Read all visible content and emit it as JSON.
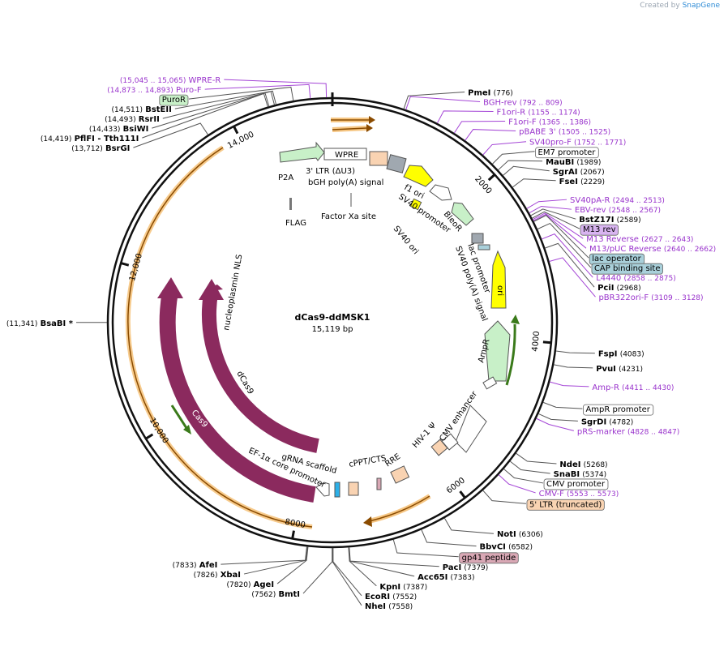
{
  "header": {
    "created_by": "Created by",
    "brand": "SnapGene"
  },
  "plasmid": {
    "name": "dCas9-ddMSK1",
    "size": "15,119 bp",
    "total_bp": 15119
  },
  "colors": {
    "backbone": "#111111",
    "site_line": "#555555",
    "primer_text": "#9933cc",
    "primer_line": "#a445d6",
    "cas9": "#8b2a5e",
    "resistance": "#c8f0c8",
    "ori": "#ffff00",
    "ltr": "#f9d3b2",
    "grey_feature": "#a0a8b0",
    "lac": "#a9d0da",
    "m13": "#d8b4f0",
    "gp41": "#d9a8b5",
    "orange_arc": "#f0a030"
  },
  "ticks": [
    {
      "bp": 2000,
      "label": "2000"
    },
    {
      "bp": 4000,
      "label": "4000"
    },
    {
      "bp": 6000,
      "label": "6000"
    },
    {
      "bp": 8000,
      "label": "8000"
    },
    {
      "bp": 10000,
      "label": "10,000"
    },
    {
      "bp": 12000,
      "label": "12,000"
    },
    {
      "bp": 14000,
      "label": "14,000"
    }
  ],
  "sites": [
    {
      "name": "PmeI",
      "pos": "(776)",
      "bp": 776,
      "kind": "enzyme"
    },
    {
      "name": "BGH-rev",
      "pos": "(792 .. 809)",
      "bp": 800,
      "kind": "primer"
    },
    {
      "name": "F1ori-R",
      "pos": "(1155 .. 1174)",
      "bp": 1165,
      "kind": "primer"
    },
    {
      "name": "F1ori-F",
      "pos": "(1365 .. 1386)",
      "bp": 1375,
      "kind": "primer"
    },
    {
      "name": "pBABE 3'",
      "pos": "(1505 .. 1525)",
      "bp": 1515,
      "kind": "primer"
    },
    {
      "name": "SV40pro-F",
      "pos": "(1752 .. 1771)",
      "bp": 1760,
      "kind": "primer"
    },
    {
      "name": "EM7 promoter",
      "pos": "",
      "bp": 1900,
      "kind": "feature"
    },
    {
      "name": "MauBI",
      "pos": "(1989)",
      "bp": 1989,
      "kind": "enzyme"
    },
    {
      "name": "SgrAI",
      "pos": "(2067)",
      "bp": 2067,
      "kind": "enzyme"
    },
    {
      "name": "FseI",
      "pos": "(2229)",
      "bp": 2229,
      "kind": "enzyme"
    },
    {
      "name": "SV40pA-R",
      "pos": "(2494 .. 2513)",
      "bp": 2503,
      "kind": "primer"
    },
    {
      "name": "EBV-rev",
      "pos": "(2548 .. 2567)",
      "bp": 2557,
      "kind": "primer"
    },
    {
      "name": "BstZ17I",
      "pos": "(2589)",
      "bp": 2589,
      "kind": "enzyme"
    },
    {
      "name": "M13 rev",
      "pos": "",
      "bp": 2620,
      "kind": "feature"
    },
    {
      "name": "M13 Reverse",
      "pos": "(2627 .. 2643)",
      "bp": 2635,
      "kind": "primer"
    },
    {
      "name": "lac operator",
      "pos": "",
      "bp": 2660,
      "kind": "feature"
    },
    {
      "name": "M13/pUC Reverse",
      "pos": "(2640 .. 2662)",
      "bp": 2650,
      "kind": "primer"
    },
    {
      "name": "CAP binding site",
      "pos": "",
      "bp": 2750,
      "kind": "feature"
    },
    {
      "name": "L4440",
      "pos": "(2858 .. 2875)",
      "bp": 2866,
      "kind": "primer"
    },
    {
      "name": "PciI",
      "pos": "(2968)",
      "bp": 2968,
      "kind": "enzyme"
    },
    {
      "name": "pBR322ori-F",
      "pos": "(3109 .. 3128)",
      "bp": 3118,
      "kind": "primer"
    },
    {
      "name": "FspI",
      "pos": "(4083)",
      "bp": 4083,
      "kind": "enzyme"
    },
    {
      "name": "PvuI",
      "pos": "(4231)",
      "bp": 4231,
      "kind": "enzyme"
    },
    {
      "name": "Amp-R",
      "pos": "(4411 .. 4430)",
      "bp": 4420,
      "kind": "primer"
    },
    {
      "name": "AmpR promoter",
      "pos": "",
      "bp": 4650,
      "kind": "feature"
    },
    {
      "name": "SgrDI",
      "pos": "(4782)",
      "bp": 4782,
      "kind": "enzyme"
    },
    {
      "name": "pRS-marker",
      "pos": "(4828 .. 4847)",
      "bp": 4837,
      "kind": "primer"
    },
    {
      "name": "NdeI",
      "pos": "(5268)",
      "bp": 5268,
      "kind": "enzyme"
    },
    {
      "name": "SnaBI",
      "pos": "(5374)",
      "bp": 5374,
      "kind": "enzyme"
    },
    {
      "name": "CMV promoter",
      "pos": "",
      "bp": 5480,
      "kind": "feature"
    },
    {
      "name": "CMV-F",
      "pos": "(5553 .. 5573)",
      "bp": 5563,
      "kind": "primer"
    },
    {
      "name": "5' LTR (truncated)",
      "pos": "",
      "bp": 5800,
      "kind": "feature"
    },
    {
      "name": "NotI",
      "pos": "(6306)",
      "bp": 6306,
      "kind": "enzyme"
    },
    {
      "name": "BbvCI",
      "pos": "(6582)",
      "bp": 6582,
      "kind": "enzyme"
    },
    {
      "name": "gp41 peptide",
      "pos": "",
      "bp": 6900,
      "kind": "feature"
    },
    {
      "name": "PacI",
      "pos": "(7379)",
      "bp": 7379,
      "kind": "enzyme"
    },
    {
      "name": "Acc65I",
      "pos": "(7383)",
      "bp": 7383,
      "kind": "enzyme"
    },
    {
      "name": "KpnI",
      "pos": "(7387)",
      "bp": 7387,
      "kind": "enzyme"
    },
    {
      "name": "EcoRI",
      "pos": "(7552)",
      "bp": 7552,
      "kind": "enzyme"
    },
    {
      "name": "NheI",
      "pos": "(7558)",
      "bp": 7558,
      "kind": "enzyme"
    },
    {
      "name": "BmtI",
      "pos": "(7562)",
      "bp": 7562,
      "kind": "enzyme"
    },
    {
      "name": "AgeI",
      "pos": "(7820)",
      "bp": 7820,
      "kind": "enzyme"
    },
    {
      "name": "XbaI",
      "pos": "(7826)",
      "bp": 7826,
      "kind": "enzyme"
    },
    {
      "name": "AfeI",
      "pos": "(7833)",
      "bp": 7833,
      "kind": "enzyme"
    },
    {
      "name": "BsaBI *",
      "pos": "(11,341)",
      "bp": 11341,
      "kind": "enzyme"
    },
    {
      "name": "BsrGI",
      "pos": "(13,712)",
      "bp": 13712,
      "kind": "enzyme"
    },
    {
      "name": "PflFI - Tth111I",
      "pos": "(14,419)",
      "bp": 14419,
      "kind": "enzyme"
    },
    {
      "name": "BsiWI",
      "pos": "(14,433)",
      "bp": 14433,
      "kind": "enzyme"
    },
    {
      "name": "RsrII",
      "pos": "(14,493)",
      "bp": 14493,
      "kind": "enzyme"
    },
    {
      "name": "BstEII",
      "pos": "(14,511)",
      "bp": 14511,
      "kind": "enzyme"
    },
    {
      "name": "PuroR",
      "pos": "",
      "bp": 14700,
      "kind": "feature"
    },
    {
      "name": "Puro-F",
      "pos": "(14,873 .. 14,893)",
      "bp": 14883,
      "kind": "primer"
    },
    {
      "name": "WPRE-R",
      "pos": "(15,045 .. 15,065)",
      "bp": 15055,
      "kind": "primer"
    }
  ],
  "feature_labels": [
    "WPRE",
    "P2A",
    "3' LTR (ΔU3)",
    "bGH poly(A) signal",
    "f1 ori",
    "SV40 promoter",
    "BleoR",
    "lac promoter",
    "SV40 poly(A) signal",
    "ori",
    "AmpR",
    "CMV enhancer",
    "HIV-1 Ψ",
    "RRE",
    "cPPT/CTS",
    "gRNA scaffold",
    "EF-1α core promoter",
    "Cas9",
    "dCas9",
    "nucleoplasmin NLS",
    "FLAG",
    "Factor Xa site",
    "SV40 ori"
  ]
}
